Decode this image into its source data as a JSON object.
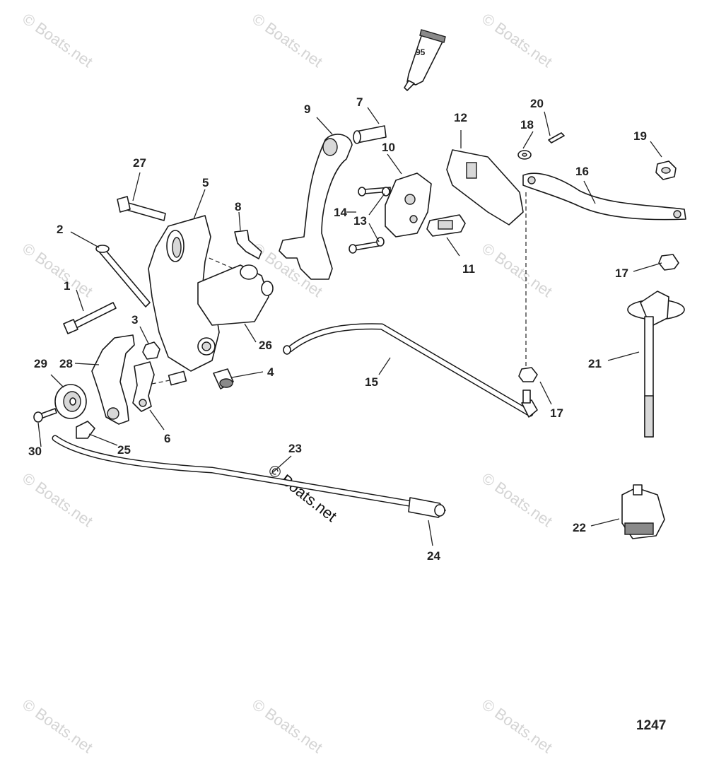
{
  "figure_number": "1247",
  "watermark": "© Boats.net",
  "watermark_center": "© Boats.net",
  "tube_label": "95",
  "callouts": [
    "1",
    "2",
    "3",
    "4",
    "5",
    "6",
    "7",
    "8",
    "9",
    "10",
    "11",
    "12",
    "13",
    "14",
    "15",
    "16",
    "17",
    "17",
    "18",
    "19",
    "20",
    "21",
    "22",
    "23",
    "24",
    "25",
    "26",
    "27",
    "28",
    "29",
    "30"
  ]
}
